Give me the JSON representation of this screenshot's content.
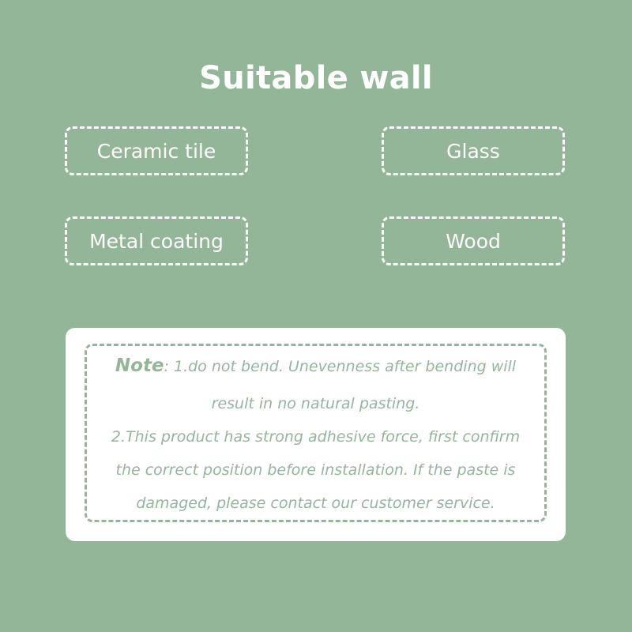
{
  "title": "Suitable wall",
  "walls": [
    "Ceramic tile",
    "Glass",
    "Metal coating",
    "Wood"
  ],
  "note": {
    "label": "Note",
    "line1": ": 1.do not bend. Unevenness after bending will",
    "line2": "result in no natural pasting.",
    "line3": "2.This product has strong adhesive force, first confirm",
    "line4": "the correct position before installation. If the paste is",
    "line5": "damaged, please contact our customer service."
  },
  "colors": {
    "background": "#94b698",
    "foreground": "#ffffff",
    "note_text": "#94b698"
  }
}
